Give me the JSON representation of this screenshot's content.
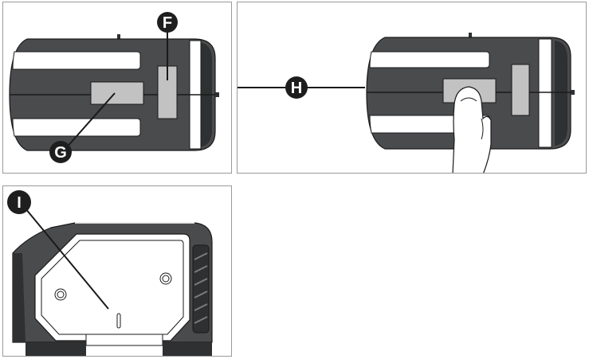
{
  "colors": {
    "body": "#4a4b4d",
    "body_dark": "#2f3032",
    "stripe": "#ffffff",
    "button": "#c2c2c2",
    "callout": "#1e1e1e",
    "outline": "#1a1a1a",
    "panel_border": "#9a9a9a",
    "skin": "#ffffff"
  },
  "callouts": {
    "f": "F",
    "g": "G",
    "h": "H",
    "i": "I"
  }
}
